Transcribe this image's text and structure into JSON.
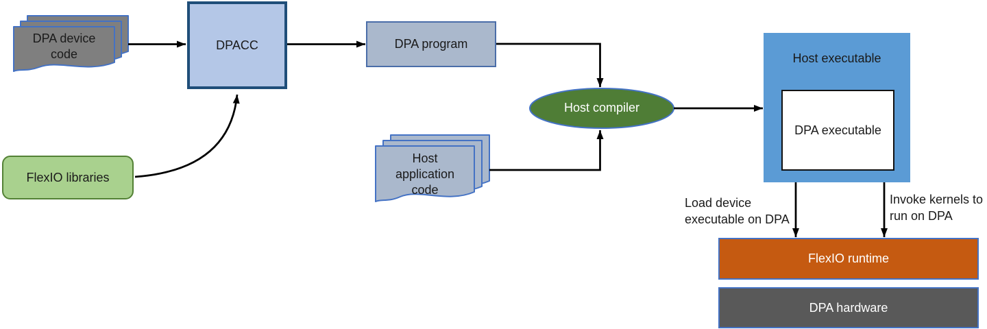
{
  "diagram": {
    "nodes": {
      "dpa_device_code": {
        "label": "DPA device\ncode",
        "fill": "#7f7f7f",
        "border": "#4472c4",
        "shape": "stacked-documents"
      },
      "dpacc": {
        "label": "DPACC",
        "fill": "#b4c7e7",
        "border": "#1f4e79",
        "shape": "rectangle"
      },
      "dpa_program": {
        "label": "DPA program",
        "fill": "#aab8cc",
        "border": "#4a6da8",
        "shape": "rectangle"
      },
      "flexio_libraries": {
        "label": "FlexIO libraries",
        "fill": "#a9d18e",
        "border": "#538135",
        "shape": "rounded-rectangle"
      },
      "host_application_code": {
        "label": "Host\napplication\ncode",
        "fill": "#aab8cc",
        "border": "#4472c4",
        "shape": "stacked-documents"
      },
      "host_compiler": {
        "label": "Host compiler",
        "fill": "#4f7d36",
        "border": "#4472c4",
        "shape": "ellipse"
      },
      "host_executable": {
        "label": "Host executable",
        "fill": "#5b9bd5",
        "shape": "rectangle"
      },
      "dpa_executable": {
        "label": "DPA executable",
        "fill": "#ffffff",
        "border": "#111111",
        "shape": "rectangle"
      },
      "flexio_runtime": {
        "label": "FlexIO runtime",
        "fill": "#c55a11",
        "border": "#4472c4",
        "shape": "rectangle"
      },
      "dpa_hardware": {
        "label": "DPA hardware",
        "fill": "#595959",
        "border": "#4472c4",
        "shape": "rectangle"
      }
    },
    "edge_labels": {
      "load_device": "Load device\nexecutable on DPA",
      "invoke_kernels": "Invoke kernels to\nrun on DPA"
    },
    "edges": [
      {
        "from": "dpa_device_code",
        "to": "dpacc"
      },
      {
        "from": "dpacc",
        "to": "dpa_program"
      },
      {
        "from": "flexio_libraries",
        "to": "dpacc"
      },
      {
        "from": "dpa_program",
        "to": "host_compiler"
      },
      {
        "from": "host_application_code",
        "to": "host_compiler"
      },
      {
        "from": "host_compiler",
        "to": "host_executable"
      },
      {
        "from": "host_executable",
        "to": "flexio_runtime",
        "label_key": "load_device"
      },
      {
        "from": "host_executable",
        "to": "flexio_runtime",
        "label_key": "invoke_kernels"
      }
    ],
    "arrow_color": "#000000"
  }
}
